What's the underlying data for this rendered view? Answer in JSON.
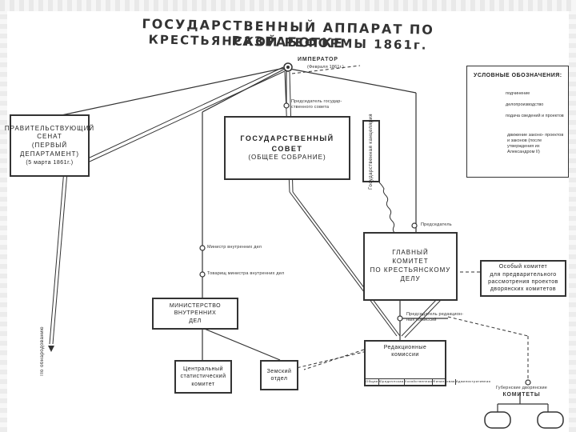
{
  "title": {
    "line1": "ГОСУДАРСТВЕННЫЙ АППАРАТ ПО РАЗРАБОТКЕ",
    "line2": "КРЕСТЬЯНСКОЙ РЕФОРМЫ 1861г."
  },
  "emperor": {
    "label": "ИМПЕРАТОР",
    "date": "(Февраля 1861г.)"
  },
  "senate": {
    "line1": "ПРАВИТЕЛЬСТВУЮЩИЙ",
    "line2": "СЕНАТ",
    "line3": "(ПЕРВЫЙ",
    "line4": "ДЕПАРТАМЕНТ)",
    "date": "(5 марта 1861г.)"
  },
  "state_council": {
    "line1": "ГОСУДАРСТВЕННЫЙ",
    "line2": "СОВЕТ",
    "line3": "(ОБЩЕЕ СОБРАНИЕ)"
  },
  "chancellery": {
    "text": "Государственная канцелярия"
  },
  "chairman_council": {
    "line1": "Председатель государ-",
    "line2": "ственного совета"
  },
  "main_committee": {
    "line1": "ГЛАВНЫЙ",
    "line2": "КОМИТЕТ",
    "line3": "ПО КРЕСТЬЯНСКОМУ",
    "line4": "ДЕЛУ"
  },
  "chairman": {
    "text": "Председатель"
  },
  "minister_label": {
    "text": "Министр внутренних дел"
  },
  "deputy_minister_label": {
    "text": "Товарищ министра внутренних дел"
  },
  "ministry": {
    "line1": "МИНИСТЕРСТВО",
    "line2": "ВНУТРЕННИХ",
    "line3": "ДЕЛ"
  },
  "stats": {
    "line1": "Центральный",
    "line2": "статистический",
    "line3": "комитет"
  },
  "zemsky": {
    "line1": "Земский",
    "line2": "отдел"
  },
  "editorial": {
    "line1": "Редакционные",
    "line2": "комиссии",
    "cells": [
      "Общая",
      "Юридическая",
      "Хозяйственная",
      "Финансовая",
      "Административная"
    ]
  },
  "editorial_chairman": {
    "line1": "Председатель редакцион-",
    "line2": "ных комиссий"
  },
  "special_committee": {
    "line1": "Особый комитет",
    "line2": "для предварительного",
    "line3": "рассмотрения проектов",
    "line4": "дворянских комитетов"
  },
  "provincial": {
    "line1": "Губернские дворянские",
    "line2": "КОМИТЕТЫ"
  },
  "publication": {
    "text": "По обнародованию"
  },
  "legend": {
    "title": "УСЛОВНЫЕ ОБОЗНАЧЕНИЯ:",
    "items": [
      "подчинение",
      "делопроизводство",
      "подача сведений и проектов",
      "движение законо- проектов и законов (после утверждения их Александром II)"
    ]
  }
}
